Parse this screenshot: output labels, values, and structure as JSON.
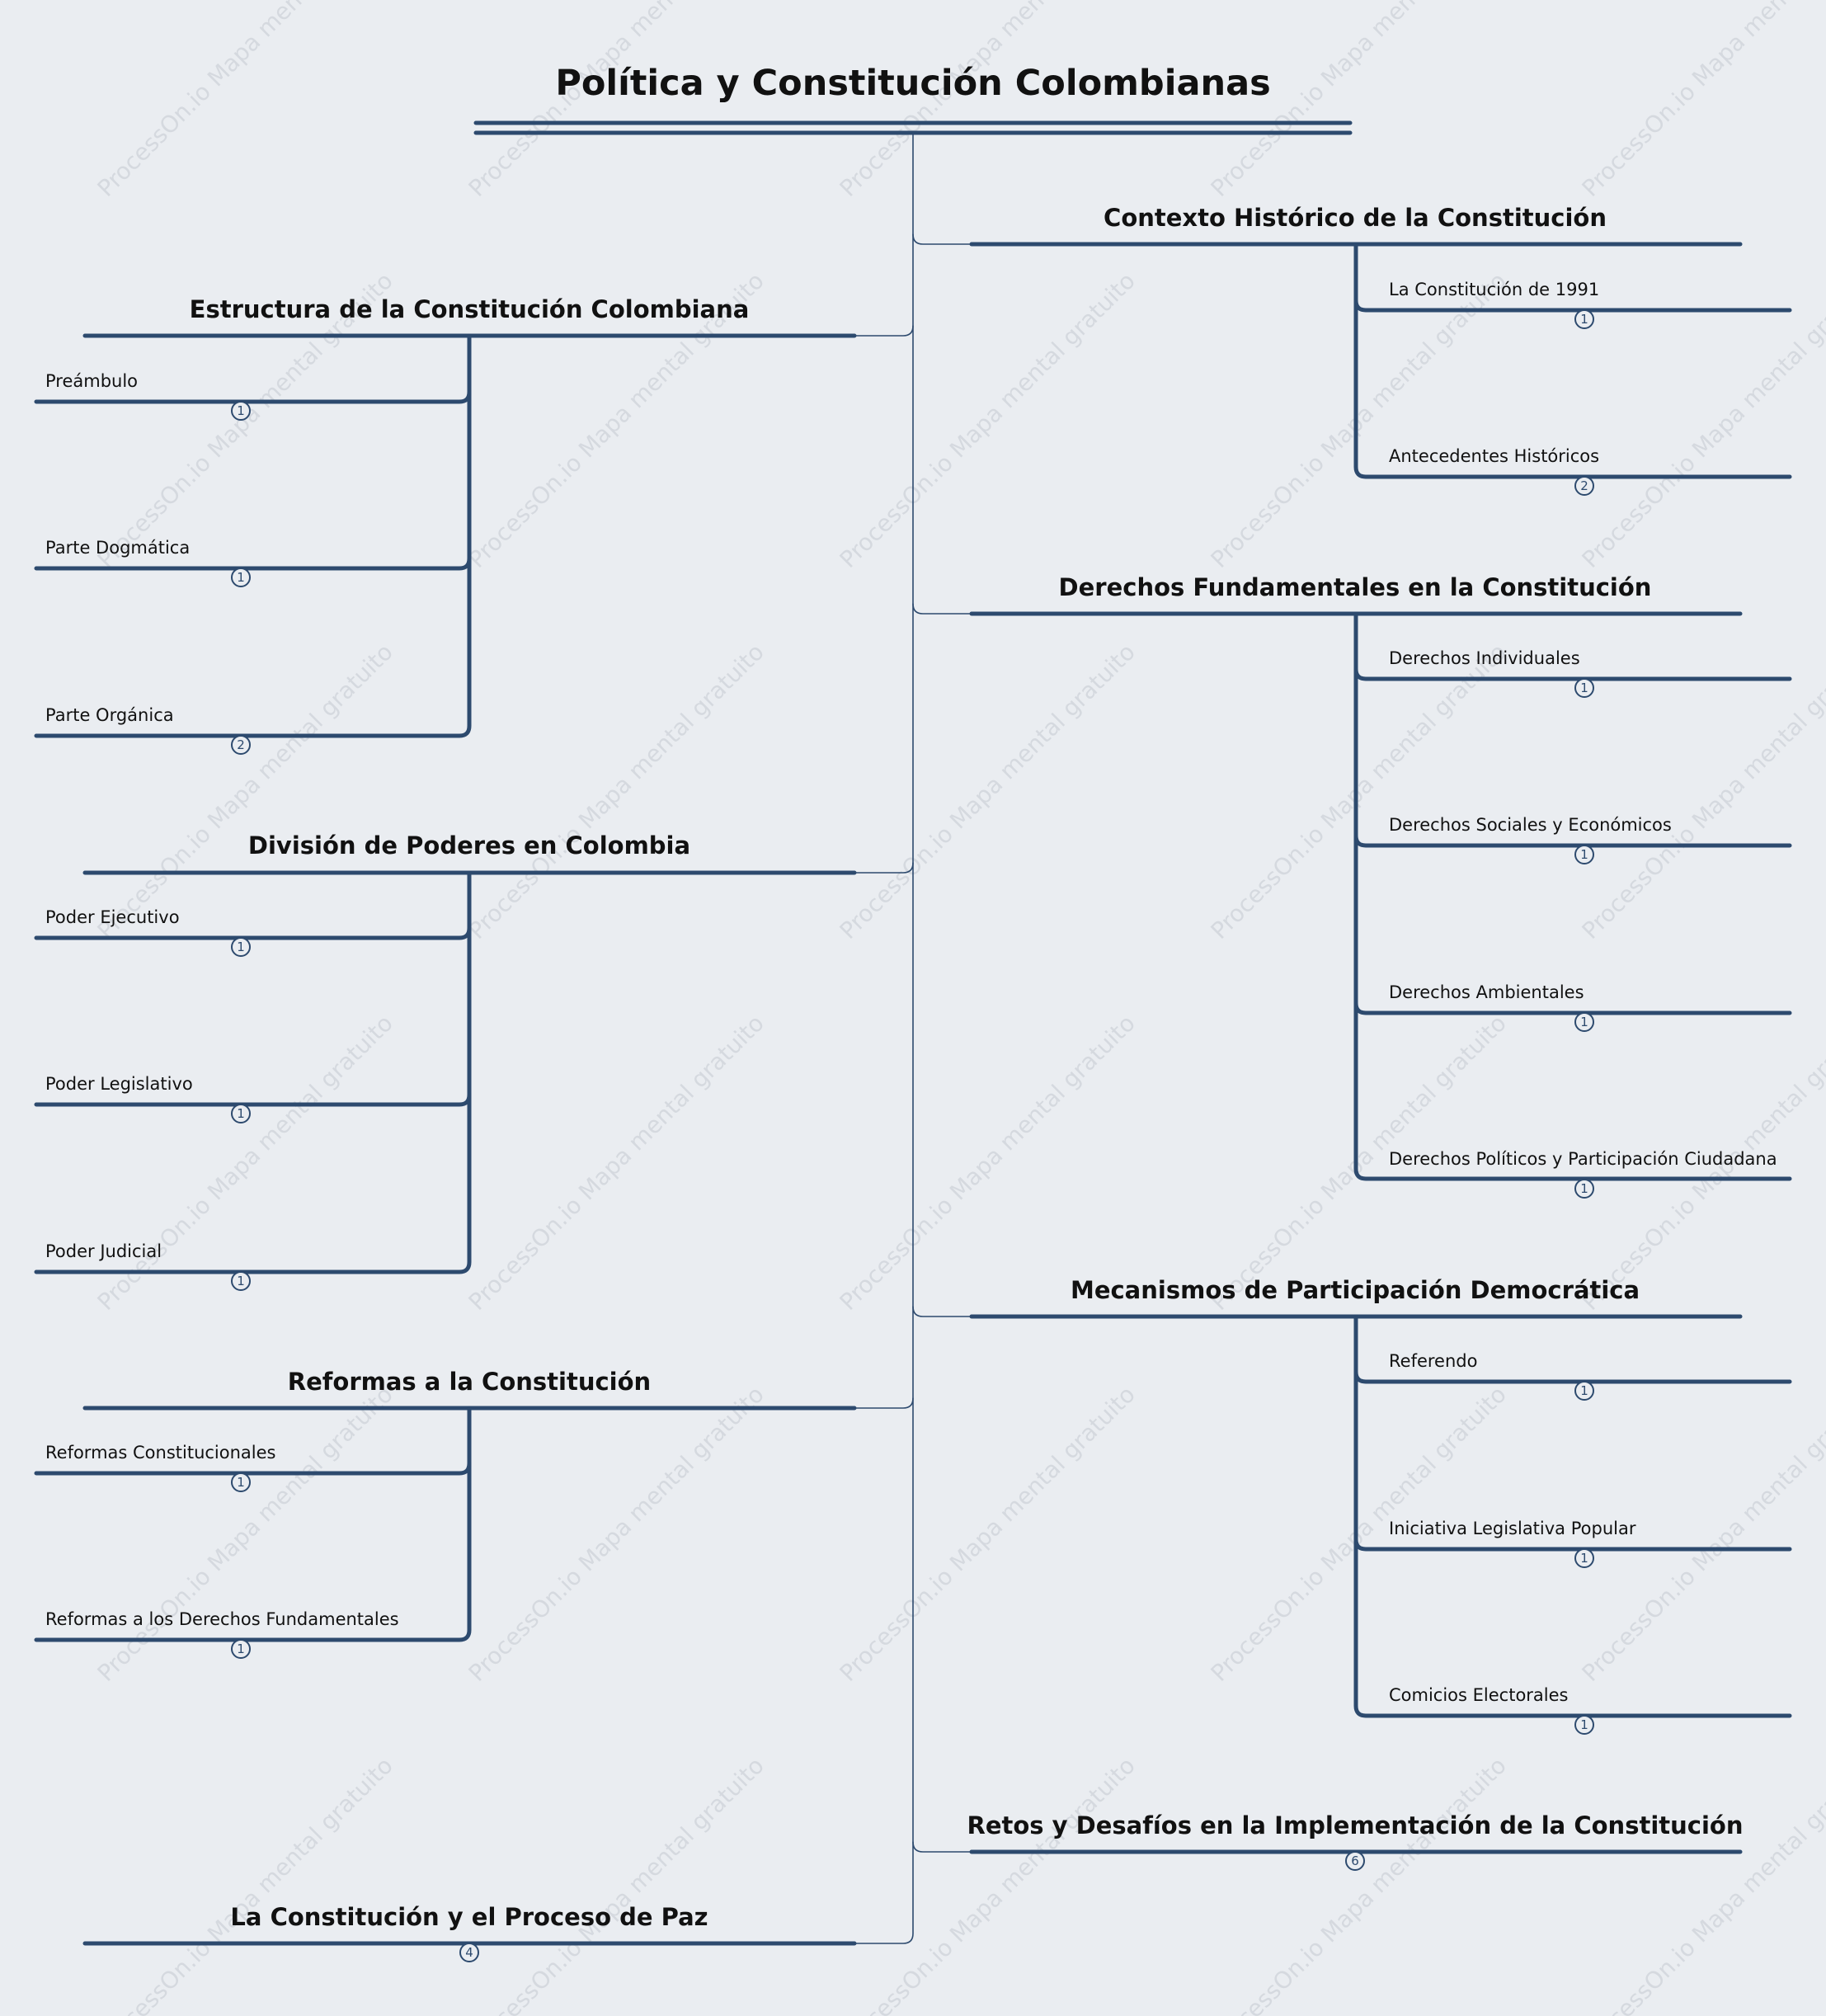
{
  "watermark": "ProcessOn.io Mapa mental gratuito",
  "colors": {
    "background": "#eaedf1",
    "line": "#2d4a6e",
    "watermark": "#d5d9df"
  },
  "title": "Política y Constitución Colombianas",
  "branches": {
    "estructura": {
      "label": "Estructura de la Constitución Colombiana",
      "children": [
        {
          "label": "Preámbulo",
          "count": "1"
        },
        {
          "label": "Parte Dogmática",
          "count": "1"
        },
        {
          "label": "Parte Orgánica",
          "count": "2"
        }
      ]
    },
    "division": {
      "label": "División de Poderes en Colombia",
      "children": [
        {
          "label": "Poder Ejecutivo",
          "count": "1"
        },
        {
          "label": "Poder Legislativo",
          "count": "1"
        },
        {
          "label": "Poder Judicial",
          "count": "1"
        }
      ]
    },
    "reformas": {
      "label": "Reformas a la Constitución",
      "children": [
        {
          "label": "Reformas Constitucionales",
          "count": "1"
        },
        {
          "label": "Reformas a los Derechos Fundamentales",
          "count": "1"
        }
      ]
    },
    "paz": {
      "label": "La Constitución y el Proceso de Paz",
      "count": "4"
    },
    "contexto": {
      "label": "Contexto Histórico de la Constitución",
      "children": [
        {
          "label": "La Constitución de 1991",
          "count": "1"
        },
        {
          "label": "Antecedentes Históricos",
          "count": "2"
        }
      ]
    },
    "derechos": {
      "label": "Derechos Fundamentales en la Constitución",
      "children": [
        {
          "label": "Derechos Individuales",
          "count": "1"
        },
        {
          "label": "Derechos Sociales y Económicos",
          "count": "1"
        },
        {
          "label": "Derechos Ambientales",
          "count": "1"
        },
        {
          "label": "Derechos Políticos y Participación Ciudadana",
          "count": "1"
        }
      ]
    },
    "mecanismos": {
      "label": "Mecanismos de Participación Democrática",
      "children": [
        {
          "label": "Referendo",
          "count": "1"
        },
        {
          "label": "Iniciativa Legislativa Popular",
          "count": "1"
        },
        {
          "label": "Comicios Electorales",
          "count": "1"
        }
      ]
    },
    "retos": {
      "label": "Retos y Desafíos en la Implementación de la Constitución",
      "count": "6"
    }
  }
}
